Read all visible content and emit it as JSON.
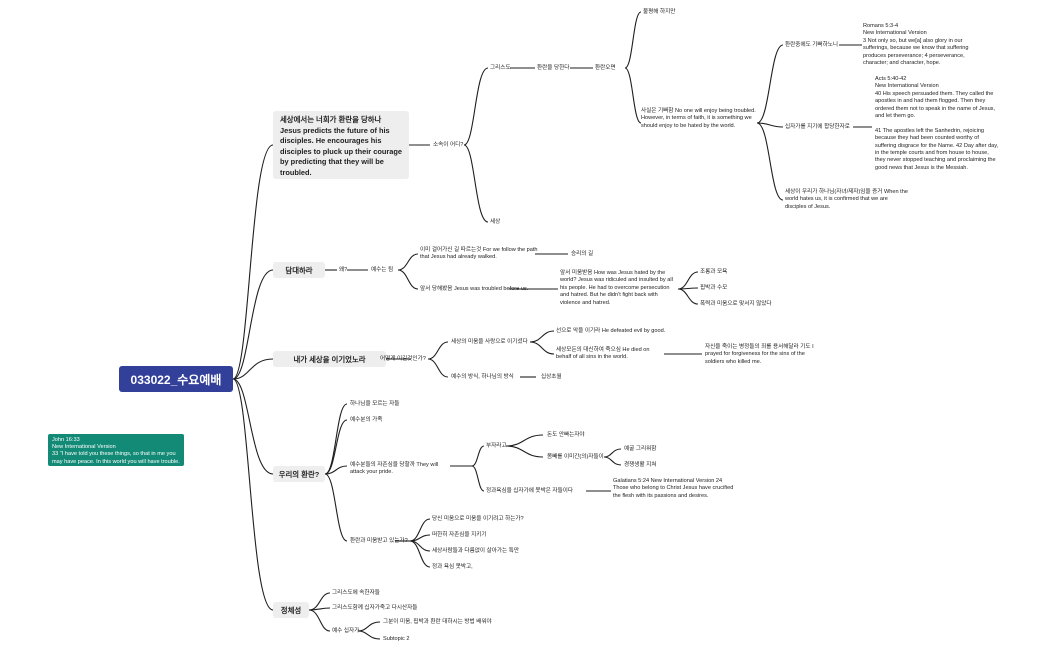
{
  "root": "033022_수요예배",
  "note": "John 16:33\nNew International Version\n33 \"I have told you these things, so that in me you may have peace. In this world you will have trouble. But take heart! I have overcome the world.\"",
  "topics": {
    "t1": {
      "title": "세상에서는 너희가 환란을 당하나 Jesus predicts the future of his disciples. He encourages his disciples to pluck up their courage by predicting that they will be troubled.",
      "sub": "소속이 어디?",
      "christ": "그리스도",
      "suffer": "환란을 당한다",
      "suffer_only": "환란오면",
      "dont_hate": "불평해 하지만",
      "enjoy": "사실은 기뻐함 No one will enjoy being troubled. However, in terms of faith, it is something we should enjoy to be hated by the world.",
      "rejoice": "환란중에도 기뻐하노니",
      "romans": "Romans 5:3-4\nNew International Version\n3 Not only so, but we[a] also glory in our sufferings, because we know that suffering produces perseverance; 4 perseverance, character; and character, hope.",
      "worthy": "십자가를 지기에 합당한자로",
      "acts": "Acts 5:40-42\nNew International Version\n40 His speech persuaded them. They called the apostles in and had them flogged. Then they ordered them not to speak in the name of Jesus, and let them go.\n\n41 The apostles left the Sanhedrin, rejoicing because they had been counted worthy of suffering disgrace for the Name. 42 Day after day, in the temple courts and from house to house, they never stopped teaching and proclaiming the good news that Jesus is the Messiah.",
      "hated": "세상이 우리가 하나님(자녀/제자)임을 증거 When the world hates us, it is confirmed that we are disciples of Jesus.",
      "world": "세상"
    },
    "t2": {
      "title": "담대하라",
      "why": "왜?",
      "jesus": "예수는 됨",
      "path": "이미 걸어가신 길 따르는것 For we follow the path that Jesus had already walked.",
      "victory": "승리의 길",
      "before": "앞서 당해봤음 Jesus was troubled before us.",
      "how": "앞서 미움받음 How was Jesus hated by the world? Jesus was ridiculed and insulted by all his people. He had to overcome persecution and hatred. But he didn't fight back with violence and hatred.",
      "mock": "조롱과 모욕",
      "persecution": "핍박과 수모",
      "love": "폭력과 미움으로 맞서지 않았다"
    },
    "t3": {
      "title": "내가 세상을 이기었노라",
      "q": "어떻게 이길것인가?",
      "evil": "세상의 미움을 사랑으로 이기셨다",
      "defeated": "선으로 악을 이기라 He defeated evil by good.",
      "died": "세상모든의 대신하여 죽으심 He died on behalf of all sins in the world.",
      "prayed": "자신을 죽이는 병정들의 죄를 용서해달라 기도 I prayed for forgiveness for the sins of the soldiers who killed me.",
      "way": "예수의 방식, 하나님의 방식",
      "cross": "십상초월"
    },
    "t4": {
      "title": "우리의 환란?",
      "a": "하나님을 모르는 자들",
      "b": "예수분의 가족",
      "c": "예수분들의 자존심을 당할까 They will attack your pride.",
      "rich": "부자라고",
      "money": "돈도 안빠는자야",
      "sacrifice": "몸빼를 이미간(의)자들이",
      "reject": "예굴 그리워함",
      "eat": "경쟁생활 지쳐",
      "gal_lbl": "정과욕심을 십자가에 못박은 자들이다",
      "galatians": "Galatians 5:24 New International Version 24 Those who belong to Christ Jesus have crucified the flesh with its passions and desires.",
      "d": "환란과 미움받고 있는가?",
      "d1": "당신 미움으로 미움을 이기려고 하는가?",
      "d2": "떠한히 자존심을 지키기",
      "d3": "세상사람들과 다름없이 살아가는 특만",
      "d4": "정과 욕심 못박고,"
    },
    "t5": {
      "title": "정체성",
      "a": "그리스도에 속한자들",
      "b": "그리스도함께 십자가죽고 다시산자들",
      "c": "예수 십자가",
      "c1": "그분이 미움, 핍박과 환란 대하시는 방법 배워야",
      "c2": "Subtopic 2"
    }
  }
}
